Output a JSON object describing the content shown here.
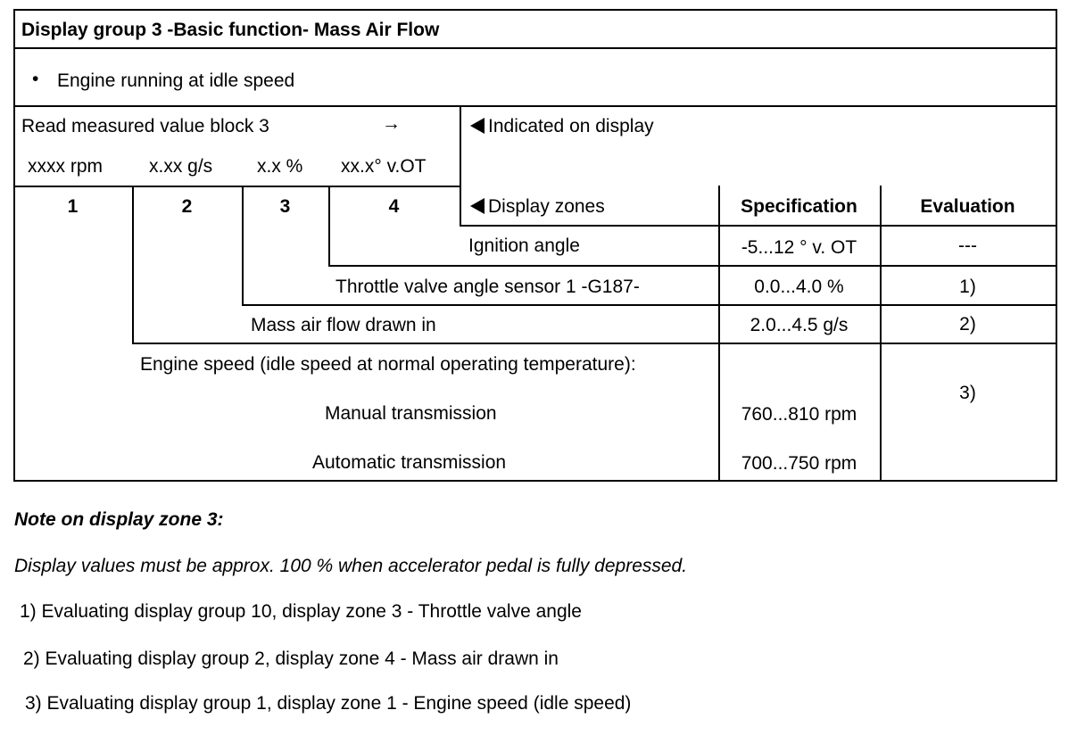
{
  "table": {
    "title": "Display group 3 -Basic function- Mass Air Flow",
    "condition_bullet": "•",
    "condition": "Engine running at idle speed",
    "read_block": "Read measured value block 3",
    "arrow": "→",
    "indicated": "Indicated on display",
    "display_values": [
      "xxxx rpm",
      "x.xx g/s",
      "x.x %",
      "xx.x° v.OT"
    ],
    "zone_numbers": [
      "1",
      "2",
      "3",
      "4"
    ],
    "display_zones": "Display zones",
    "spec_header": "Specification",
    "eval_header": "Evaluation",
    "rows": [
      {
        "label": "Ignition angle",
        "spec": "-5...12 ° v. OT",
        "eval": "---"
      },
      {
        "label": "Throttle valve angle sensor 1 -G187-",
        "spec": "0.0...4.0 %",
        "eval": "1)"
      },
      {
        "label": "Mass air flow drawn in",
        "spec": "2.0...4.5 g/s",
        "eval": "2)"
      }
    ],
    "engine_speed": {
      "label": "Engine speed (idle speed at normal operating temperature):",
      "manual_label": "Manual transmission",
      "manual_spec": "760...810 rpm",
      "auto_label": "Automatic transmission",
      "auto_spec": "700...750 rpm",
      "eval": "3)"
    }
  },
  "notes": {
    "heading": "Note on display zone 3:",
    "text": "Display values must be approx. 100 % when accelerator pedal is fully depressed.",
    "items": [
      "1) Evaluating display group 10, display zone 3 - Throttle valve angle",
      "2) Evaluating display group 2, display zone 4 - Mass air drawn in",
      "3) Evaluating display group 1, display zone 1 - Engine speed (idle speed)"
    ]
  }
}
